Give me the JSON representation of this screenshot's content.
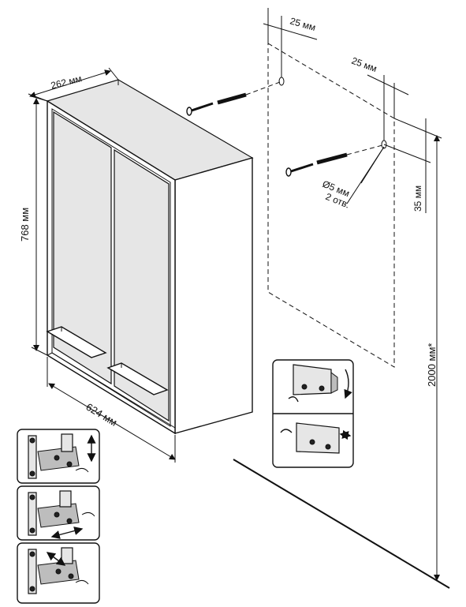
{
  "labels": {
    "depth": "262 мм",
    "height": "768 мм",
    "width": "624 мм",
    "hole_offset_1": "25 мм",
    "hole_offset_2": "25 мм",
    "hole_spacing": "35 мм",
    "hole_diameter": "Ø5 мм",
    "hole_count": "2 отв.",
    "mount_height": "2000 мм*"
  },
  "icons": {
    "cabinet": "wall-cabinet-drawing",
    "screw": "screw-icon",
    "dowel": "wall-plug-icon",
    "hinge": "hinge-adjustment-icon",
    "bracket": "hanging-bracket-icon",
    "arrow": "adjust-arrow-icon"
  },
  "colors": {
    "line": "#111111",
    "shade": "#e6e6e6",
    "metal": "#bdbdbd"
  }
}
